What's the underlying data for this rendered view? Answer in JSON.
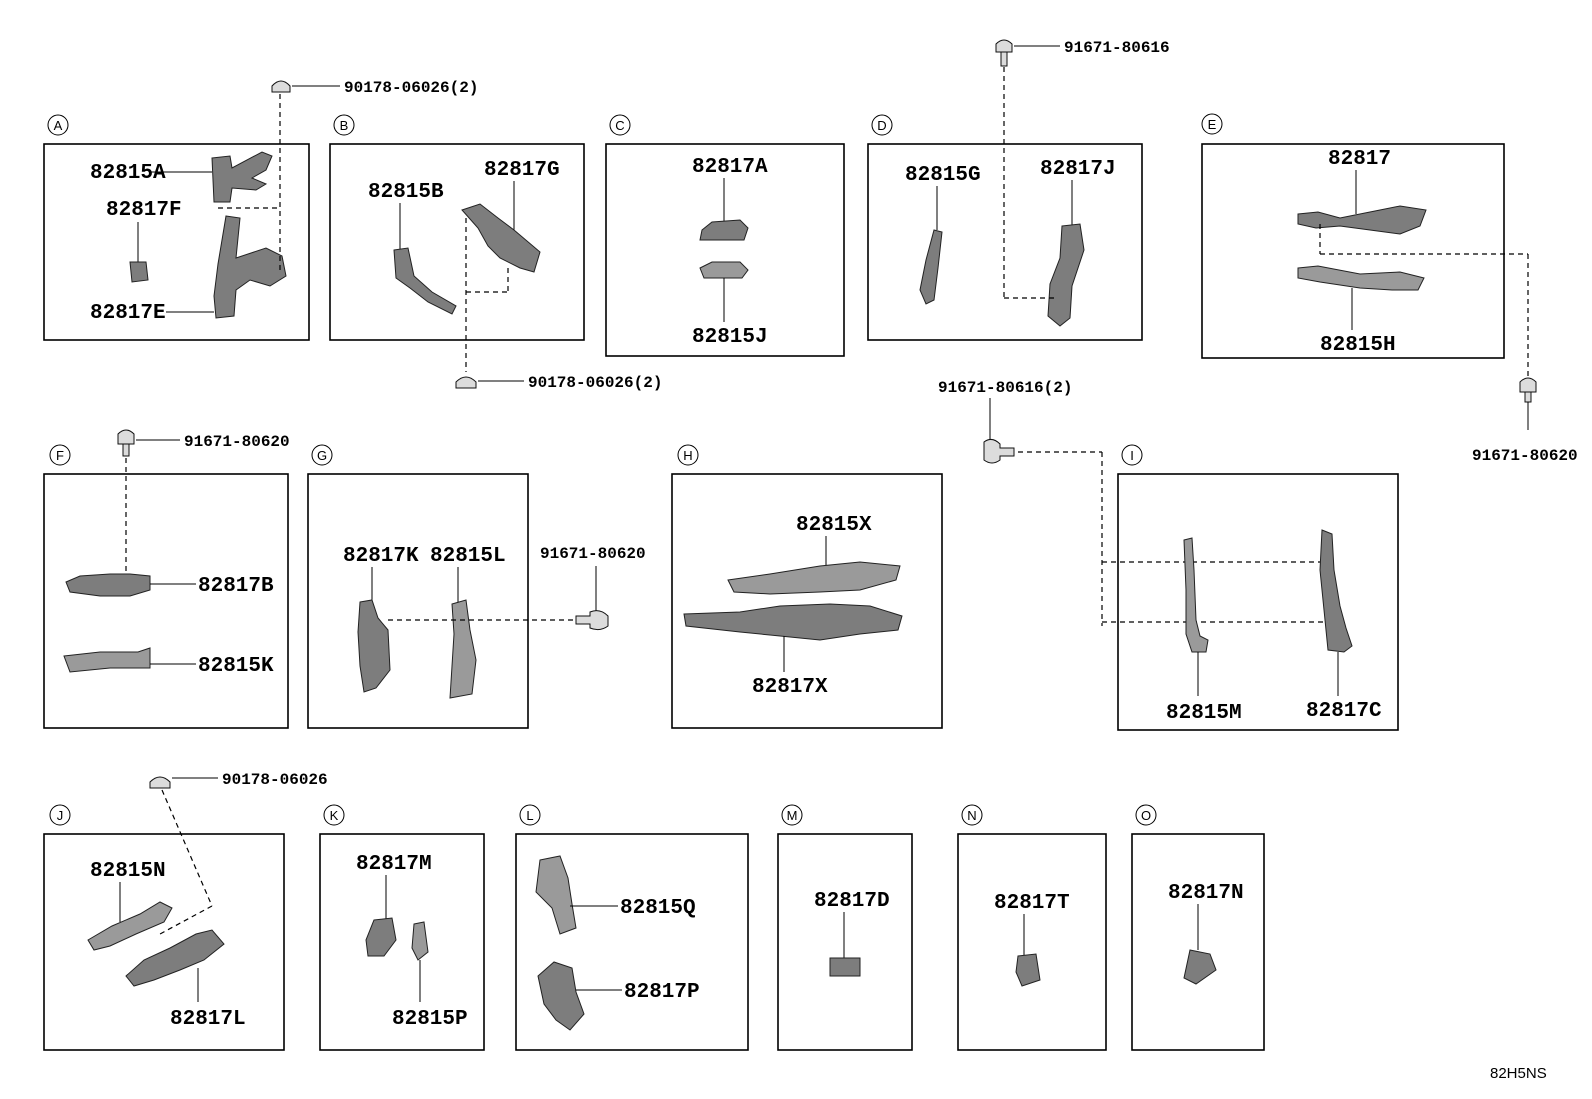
{
  "sections": {
    "A": {
      "letter": "A",
      "parts": {
        "p1": "82815A",
        "p2": "82817F",
        "p3": "82817E"
      },
      "fastener": "90178-06026(2)"
    },
    "B": {
      "letter": "B",
      "parts": {
        "p1": "82815B",
        "p2": "82817G"
      },
      "fastener": "90178-06026(2)"
    },
    "C": {
      "letter": "C",
      "parts": {
        "p1": "82817A",
        "p2": "82815J"
      }
    },
    "D": {
      "letter": "D",
      "parts": {
        "p1": "82815G",
        "p2": "82817J"
      },
      "fastener": "91671-80616"
    },
    "E": {
      "letter": "E",
      "parts": {
        "p1": "82817",
        "p2": "82815H"
      },
      "fastener": "91671-80620"
    },
    "F": {
      "letter": "F",
      "parts": {
        "p1": "82817B",
        "p2": "82815K"
      },
      "fastener": "91671-80620"
    },
    "G": {
      "letter": "G",
      "parts": {
        "p1": "82817K",
        "p2": "82815L"
      },
      "fastener": "91671-80620"
    },
    "H": {
      "letter": "H",
      "parts": {
        "p1": "82815X",
        "p2": "82817X"
      }
    },
    "I": {
      "letter": "I",
      "parts": {
        "p1": "82815M",
        "p2": "82817C"
      },
      "fastener": "91671-80616(2)"
    },
    "J": {
      "letter": "J",
      "parts": {
        "p1": "82815N",
        "p2": "82817L"
      },
      "fastener": "90178-06026"
    },
    "K": {
      "letter": "K",
      "parts": {
        "p1": "82817M",
        "p2": "82815P"
      }
    },
    "L": {
      "letter": "L",
      "parts": {
        "p1": "82815Q",
        "p2": "82817P"
      }
    },
    "M": {
      "letter": "M",
      "parts": {
        "p1": "82817D"
      }
    },
    "N": {
      "letter": "N",
      "parts": {
        "p1": "82817T"
      }
    },
    "O": {
      "letter": "O",
      "parts": {
        "p1": "82817N"
      }
    }
  },
  "diagram_code": "82H5NS"
}
